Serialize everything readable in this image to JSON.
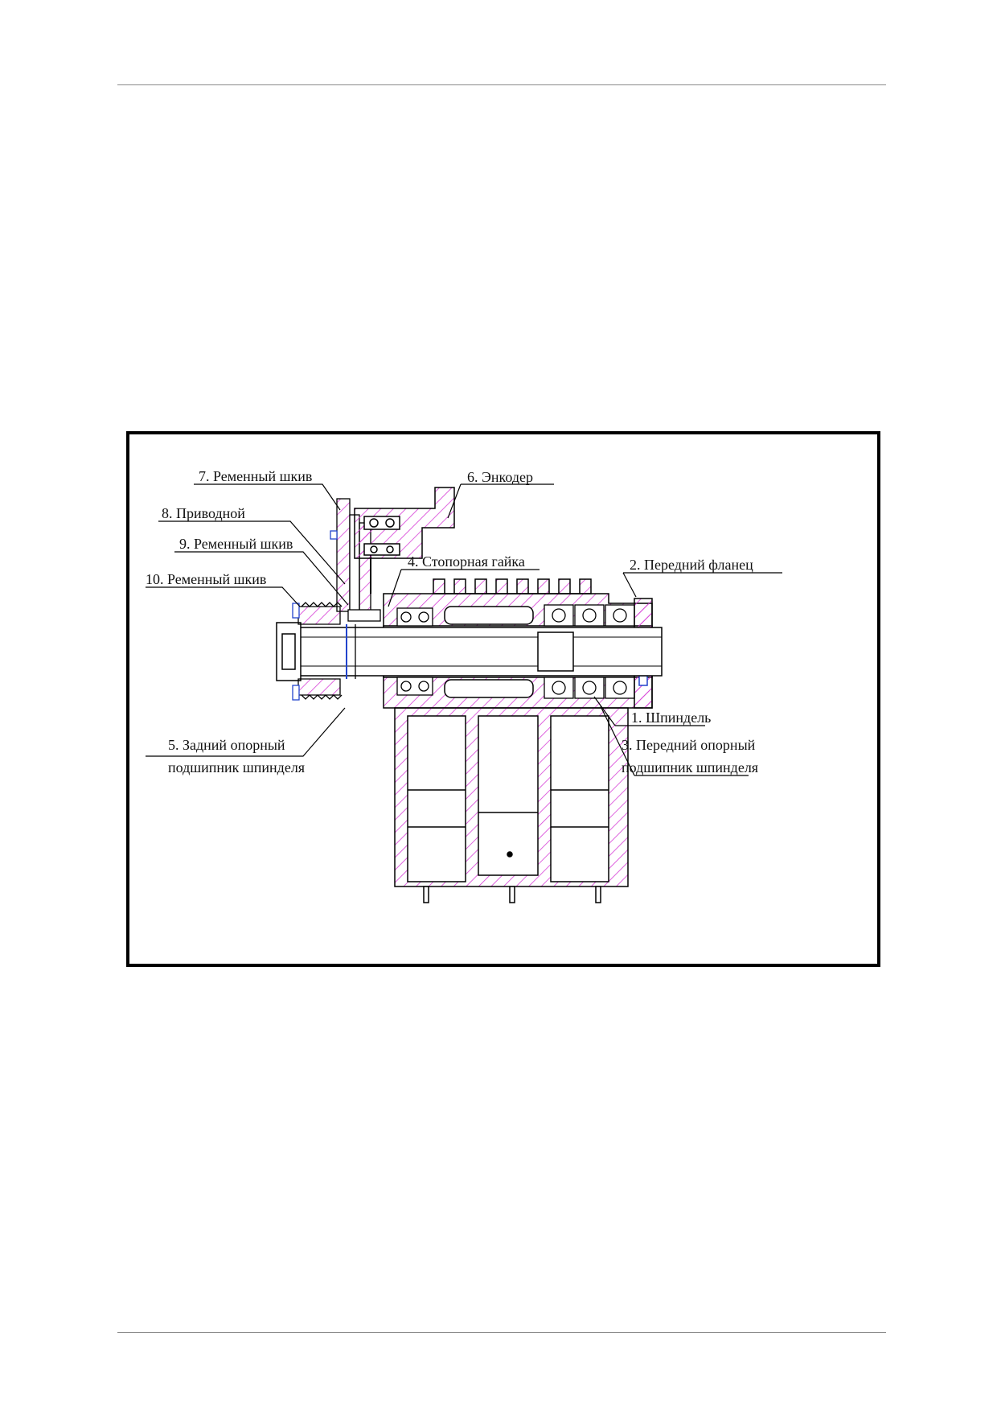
{
  "figure": {
    "labels": {
      "l7": "7. Ременный шкив",
      "l6": "6. Энкодер",
      "l8": "8. Приводной",
      "l9": "9. Ременный шкив",
      "l4": "4. Стопорная гайка",
      "l2": "2. Передний фланец",
      "l10": "10. Ременный шкив",
      "l1": "1. Шпиндель",
      "l5a": "5. Задний опорный",
      "l5b": "подшипник шпинделя",
      "l3a": "3. Передний опорный",
      "l3b": "подшипник шпинделя"
    },
    "colors": {
      "hatch": "#d63fd6",
      "line": "#000000",
      "accent": "#2244cc"
    }
  }
}
